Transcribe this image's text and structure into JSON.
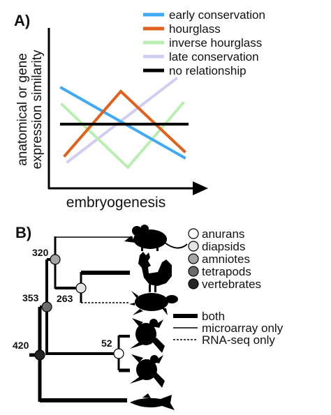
{
  "panel_a": {
    "label": "A)",
    "ylabel_line1": "anatomical or gene",
    "ylabel_line2": "expression similarity",
    "xlabel": "embryogenesis",
    "legend": [
      {
        "label": "early conservation",
        "color": "#3fa9f5"
      },
      {
        "label": "hourglass",
        "color": "#e0601c"
      },
      {
        "label": "inverse hourglass",
        "color": "#b8efb0"
      },
      {
        "label": "late conservation",
        "color": "#cfcdf2"
      },
      {
        "label": "no relationship",
        "color": "#000000"
      }
    ]
  },
  "panel_b": {
    "label": "B)",
    "node_ages": [
      "420",
      "353",
      "320",
      "263",
      "52"
    ],
    "node_legend": [
      {
        "label": "anurans",
        "color": "#ffffff"
      },
      {
        "label": "diapsids",
        "color": "#e4e4e4"
      },
      {
        "label": "amniotes",
        "color": "#a6a6a6"
      },
      {
        "label": "tetrapods",
        "color": "#6b6b6b"
      },
      {
        "label": "vertebrates",
        "color": "#262626"
      }
    ],
    "line_legend": [
      {
        "label": "both"
      },
      {
        "label": "microarray only"
      },
      {
        "label": "RNA-seq only"
      }
    ],
    "silhouettes": [
      "mouse-silhouette",
      "rooster-silhouette",
      "turtle-silhouette",
      "frog-silhouette",
      "frog-silhouette",
      "fish-silhouette"
    ]
  }
}
